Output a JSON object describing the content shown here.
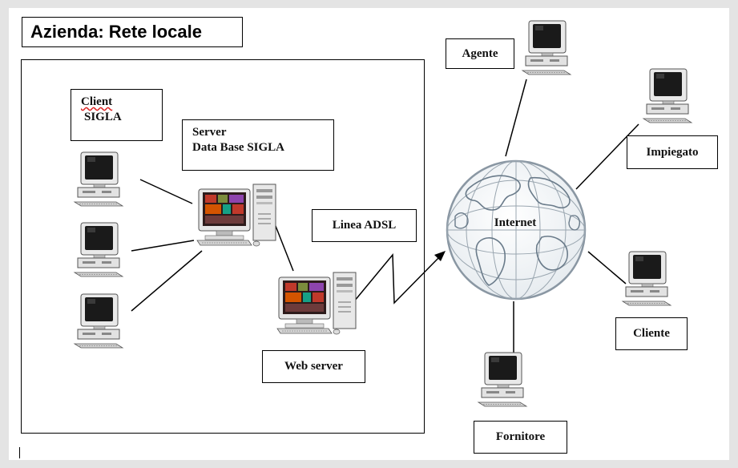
{
  "title": "Azienda: Rete locale",
  "labels": {
    "client_line1": "Client",
    "client_line2": "SIGLA",
    "server_line1": "Server",
    "server_line2": "Data Base SIGLA",
    "adsl": "Linea ADSL",
    "web_server": "Web server",
    "internet": "Internet",
    "agente": "Agente",
    "impiegato": "Impiegato",
    "cliente": "Cliente",
    "fornitore": "Fornitore"
  },
  "icons": {
    "workstation": "desktop-computer-icon",
    "server": "server-computer-icon",
    "globe": "globe-icon",
    "arrow": "arrow-head-icon"
  },
  "colors": {
    "background": "#e4e4e4",
    "canvas": "#ffffff",
    "line": "#000000",
    "globe_line": "#6a7b8a"
  }
}
